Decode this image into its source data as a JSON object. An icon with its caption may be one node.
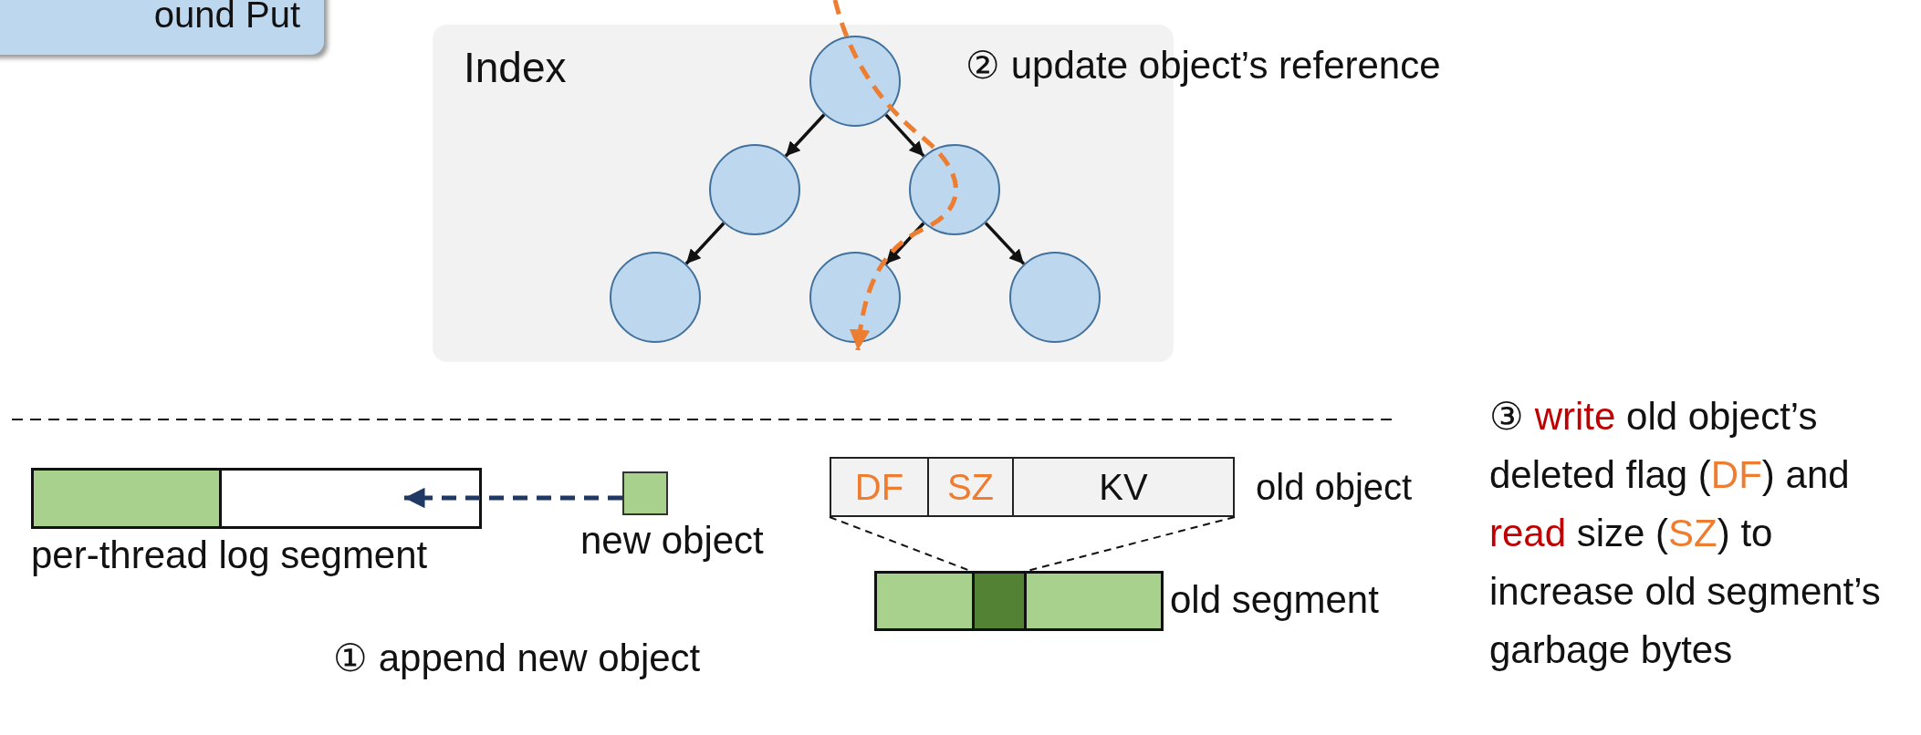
{
  "diagram": {
    "nodes": [
      {
        "text": [
          "ound Put"
        ]
      },
      {
        "text": [
          "Index"
        ]
      },
      {
        "text": [],
        "shape": "circle",
        "in": 1
      },
      {
        "text": [],
        "shape": "circle",
        "in": 1
      },
      {
        "text": [],
        "shape": "circle",
        "in": 1
      },
      {
        "text": [],
        "shape": "circle",
        "in": 1
      },
      {
        "text": [],
        "shape": "circle",
        "in": 1
      },
      {
        "text": [],
        "shape": "circle",
        "in": 1
      },
      {
        "text": [
          "per-thread log segment"
        ]
      },
      {
        "text": [
          "new object"
        ]
      },
      {
        "text": [
          "DF",
          "SZ",
          "KV"
        ],
        "beside": [
          "old object"
        ]
      },
      {
        "text": [
          "old segment"
        ]
      },
      {
        "text": [],
        "shape": "box",
        "in": 11
      }
    ],
    "edges": [
      {
        "from": 2,
        "to": 3,
        "arrow": "to"
      },
      {
        "from": 2,
        "to": 4,
        "arrow": "to"
      },
      {
        "from": 3,
        "to": 5,
        "arrow": "to"
      },
      {
        "from": 4,
        "to": 6,
        "arrow": "to"
      },
      {
        "from": 4,
        "to": 7,
        "arrow": "to"
      },
      {
        "from": null,
        "to": 6,
        "arrow": "to",
        "style": "dashed",
        "color": "#ed7d31"
      },
      {
        "from": 9,
        "to": 8,
        "arrow": "to",
        "style": "dashed",
        "color": "#203864"
      },
      {
        "from": 10,
        "to": 12,
        "arrow": "none",
        "style": "dashed"
      },
      {
        "from": 10,
        "to": 12,
        "arrow": "none",
        "style": "dashed"
      }
    ],
    "labels": [
      "② update object’s reference",
      "① append new object",
      "③ write old object’s deleted flag (DF) and read size (SZ) to increase old segment’s garbage bytes"
    ]
  }
}
